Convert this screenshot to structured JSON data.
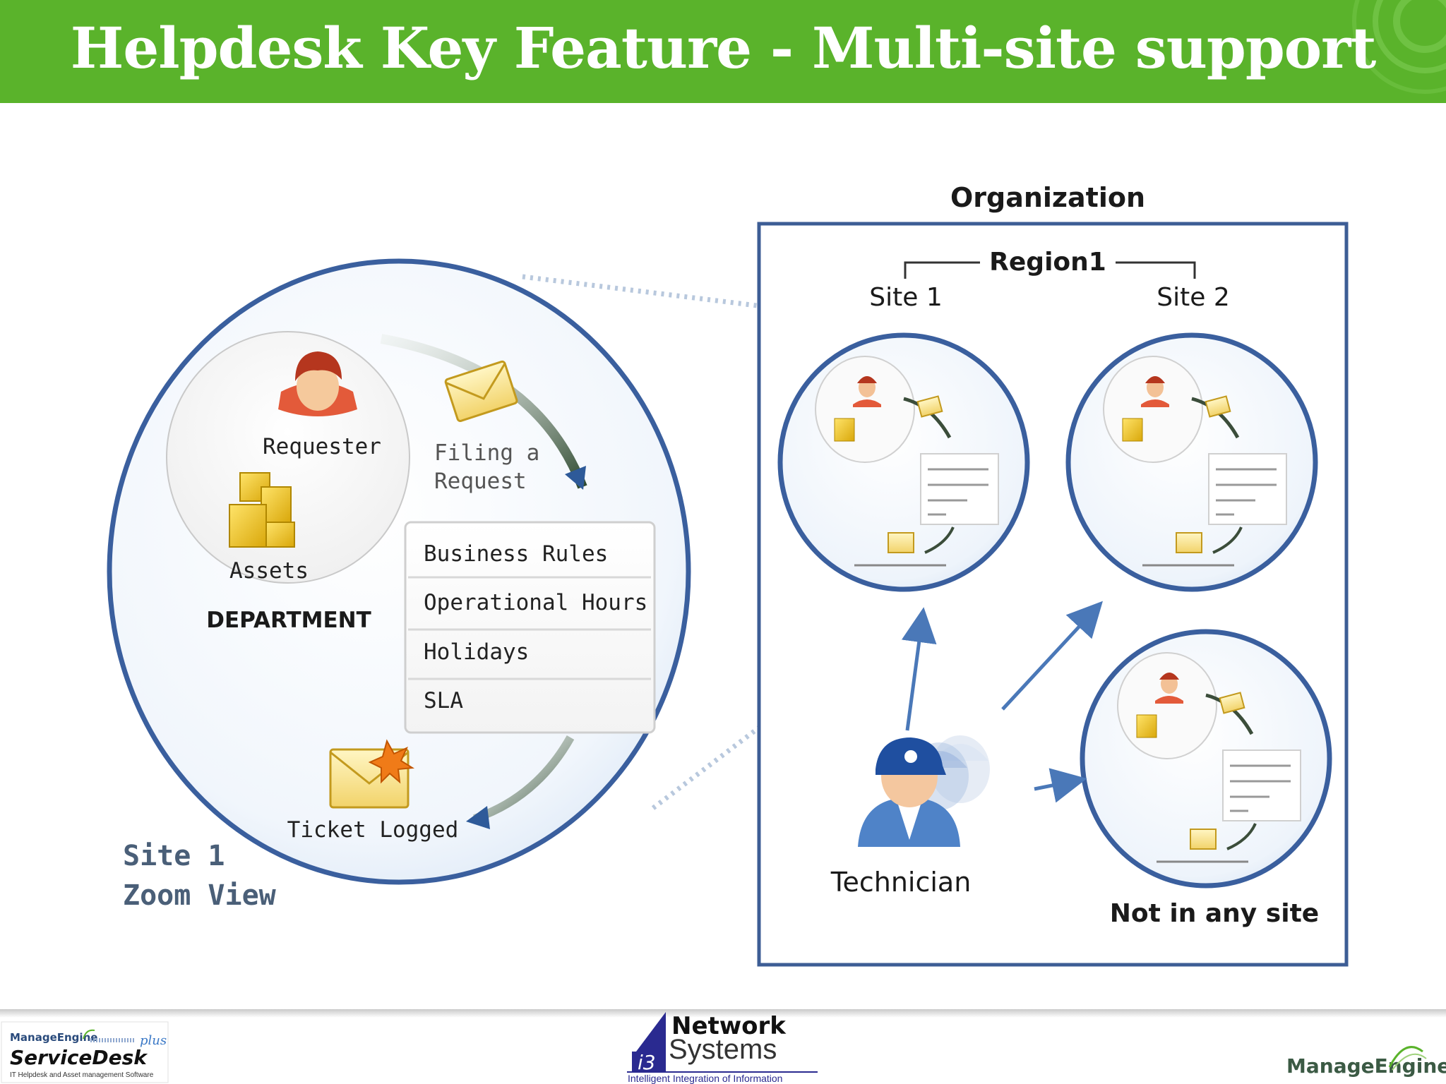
{
  "title": "Helpdesk Key Feature - Multi-site support",
  "zoom": {
    "requester": "Requester",
    "assets": "Assets",
    "department": "DEPARTMENT",
    "filing_line1": "Filing a",
    "filing_line2": "Request",
    "rules": [
      "Business Rules",
      "Operational Hours",
      "Holidays",
      "SLA"
    ],
    "ticket_logged": "Ticket Logged",
    "caption_line1": "Site 1",
    "caption_line2": "Zoom View"
  },
  "org": {
    "title": "Organization",
    "region": "Region1",
    "site1": "Site 1",
    "site2": "Site 2",
    "technician": "Technician",
    "not_in_site": "Not in any site"
  },
  "footer": {
    "servicedesk_top": "ManageEngine",
    "servicedesk_name": "ServiceDesk",
    "servicedesk_plus": "plus",
    "servicedesk_sub": "IT Helpdesk and Asset management Software",
    "i3_mark": "i3",
    "i3_network": "Network",
    "i3_systems": "Systems",
    "i3_tagline": "Intelligent Integration of Information",
    "manageengine": "ManageEngine"
  },
  "colors": {
    "header_green": "#5ab32b",
    "ring_blue": "#3a5f9e",
    "org_border": "#3d5d95",
    "arrow_blue": "#4a78b8"
  }
}
